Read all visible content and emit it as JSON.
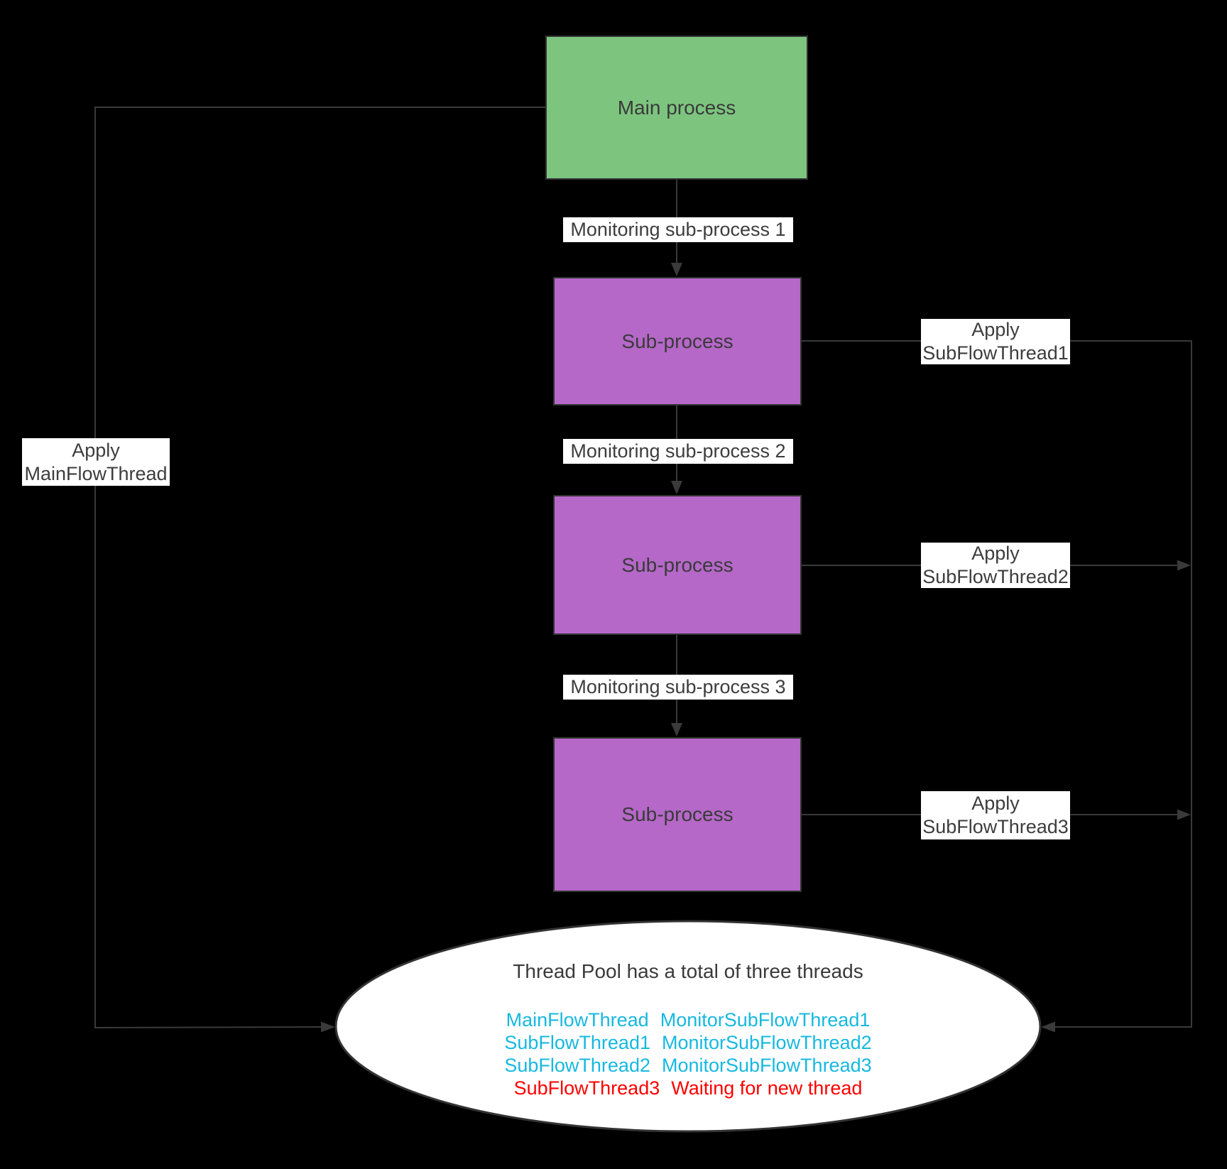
{
  "colors": {
    "background": "#000000",
    "main_process_fill": "#7dc57f",
    "sub_process_fill": "#b568c8",
    "connector": "#3a3a3a",
    "label_bg": "#ffffff",
    "text_dark": "#3d3d3d",
    "thread_active": "#17b8e0",
    "thread_waiting": "#ff0000"
  },
  "nodes": {
    "main": {
      "label": "Main process"
    },
    "sub1": {
      "label": "Sub-process"
    },
    "sub2": {
      "label": "Sub-process"
    },
    "sub3": {
      "label": "Sub-process"
    }
  },
  "edges": {
    "monitor1": "Monitoring sub-process 1",
    "monitor2": "Monitoring sub-process 2",
    "monitor3": "Monitoring sub-process 3",
    "apply_main": "Apply MainFlowThread",
    "apply_sub1": "Apply SubFlowThread1",
    "apply_sub2": "Apply SubFlowThread2",
    "apply_sub3": "Apply SubFlowThread3"
  },
  "thread_pool": {
    "title": "Thread Pool has a total of three threads",
    "rows": [
      {
        "col1": "MainFlowThread",
        "col2": "MonitorSubFlowThread1",
        "status": "active"
      },
      {
        "col1": "SubFlowThread1",
        "col2": "MonitorSubFlowThread2",
        "status": "active"
      },
      {
        "col1": "SubFlowThread2",
        "col2": "MonitorSubFlowThread3",
        "status": "active"
      },
      {
        "col1": "SubFlowThread3",
        "col2": "Waiting for new thread",
        "status": "waiting"
      }
    ]
  }
}
